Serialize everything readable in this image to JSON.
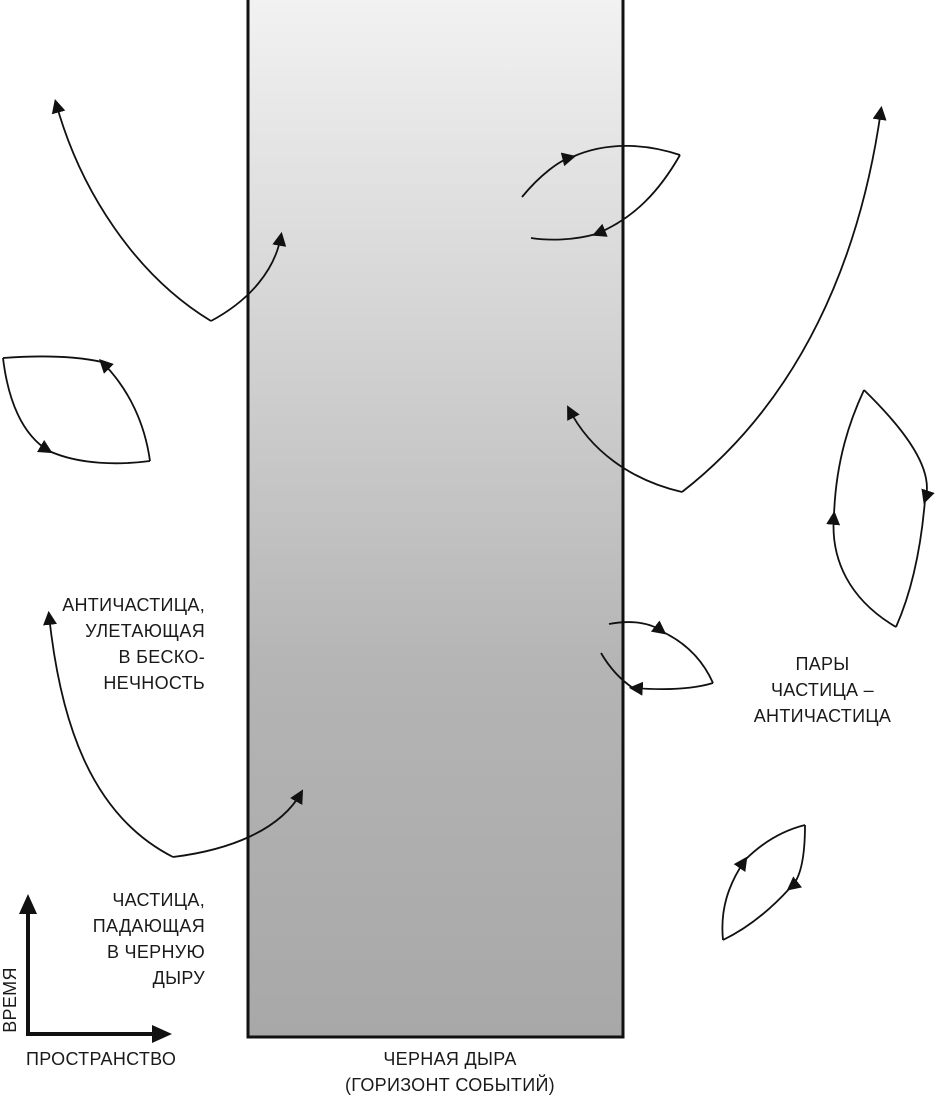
{
  "labels": {
    "antiparticle": [
      "АНТИЧАСТИЦА,",
      "УЛЕТАЮЩАЯ",
      "В БЕСКО-",
      "НЕЧНОСТЬ"
    ],
    "particle": [
      "ЧАСТИЦА,",
      "ПАДАЮЩАЯ",
      "В ЧЕРНУЮ",
      "ДЫРУ"
    ],
    "pairs": [
      "ПАРЫ",
      "ЧАСТИЦА –",
      "АНТИЧАСТИЦА"
    ],
    "black_hole": [
      "ЧЕРНАЯ ДЫРА",
      "(ГОРИЗОНТ СОБЫТИЙ)"
    ],
    "axis_time": "ВРЕМЯ",
    "axis_space": "ПРОСТРАНСТВО"
  },
  "colors": {
    "ink": "#111111",
    "horizon_top": "#f2f2f2",
    "horizon_bottom": "#a8a8a8"
  }
}
